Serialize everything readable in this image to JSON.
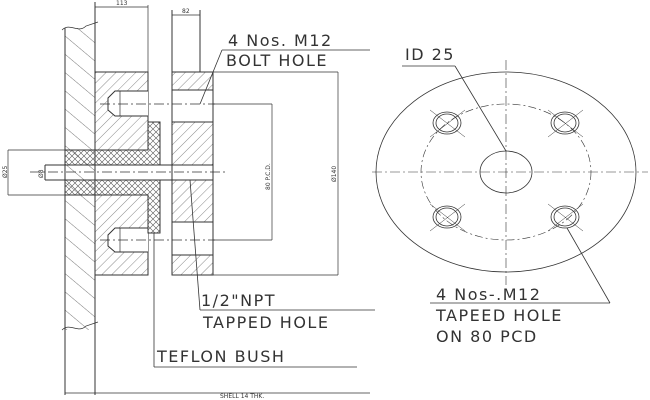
{
  "drawing": {
    "colors": {
      "line": "#333333",
      "background": "#ffffff",
      "hatch": "#555555"
    },
    "section_view": {
      "dimensions": {
        "flange_thickness": "113",
        "right_flange_thickness": "82",
        "bush_od": "Ø25",
        "rod_dia": "Ø8",
        "pcd": "80 P.C.D.",
        "outer_dia": "Ø140",
        "shell_thickness": "SHELL 14 THK."
      },
      "callouts": {
        "bolt_hole_qty": "4 Nos. M12",
        "bolt_hole_desc": "BOLT HOLE",
        "npt_size": "1/2\"NPT",
        "npt_desc": "TAPPED HOLE",
        "bush": "TEFLON BUSH"
      }
    },
    "plan_view": {
      "callouts": {
        "id_label": "ID 25",
        "holes_qty": "4 Nos-.M12",
        "holes_desc_1": "TAPEED HOLE",
        "holes_desc_2": "ON 80 PCD"
      }
    }
  }
}
